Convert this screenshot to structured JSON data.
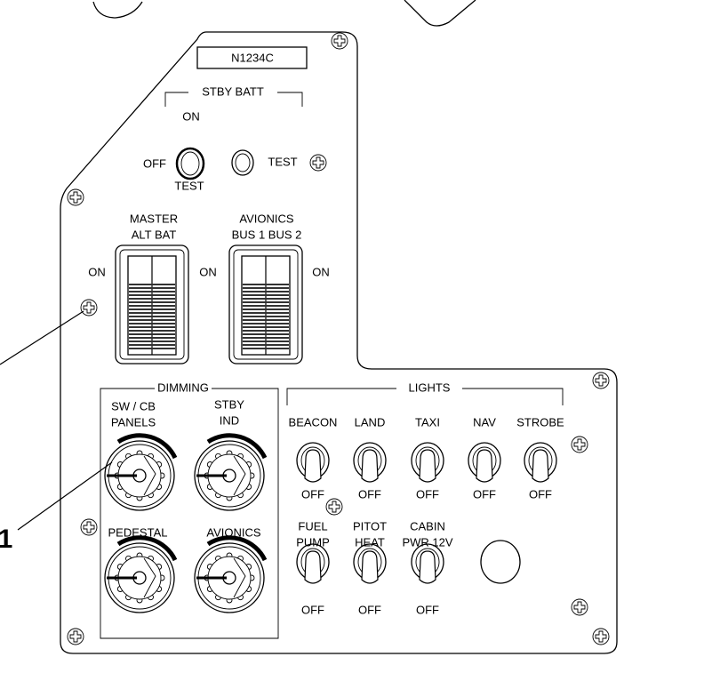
{
  "placard": "N1234C",
  "stby_batt": {
    "title": "STBY BATT",
    "on": "ON",
    "off": "OFF",
    "test_below": "TEST",
    "test_button": "TEST"
  },
  "master": {
    "line1": "MASTER",
    "line2": "ALT BAT",
    "on_left": "ON",
    "on_right": "ON"
  },
  "avionics_switch": {
    "line1": "AVIONICS",
    "line2": "BUS 1 BUS 2",
    "on_right": "ON"
  },
  "dimming": {
    "title": "DIMMING",
    "knobs": [
      {
        "line1": "SW / CB",
        "line2": "PANELS"
      },
      {
        "line1": "STBY",
        "line2": "IND"
      },
      {
        "line1": "",
        "line2": "PEDESTAL"
      },
      {
        "line1": "",
        "line2": "AVIONICS"
      }
    ]
  },
  "lights": {
    "title": "LIGHTS",
    "row1": [
      {
        "label": "BEACON",
        "off": "OFF"
      },
      {
        "label": "LAND",
        "off": "OFF"
      },
      {
        "label": "TAXI",
        "off": "OFF"
      },
      {
        "label": "NAV",
        "off": "OFF"
      },
      {
        "label": "STROBE",
        "off": "OFF"
      }
    ],
    "row2": [
      {
        "line1": "FUEL",
        "line2": "PUMP",
        "off": "OFF"
      },
      {
        "line1": "PITOT",
        "line2": "HEAT",
        "off": "OFF"
      },
      {
        "line1": "CABIN",
        "line2": "PWR 12V",
        "off": "OFF"
      }
    ]
  },
  "callout": "1",
  "colors": {
    "line": "#000000",
    "background": "#ffffff"
  }
}
